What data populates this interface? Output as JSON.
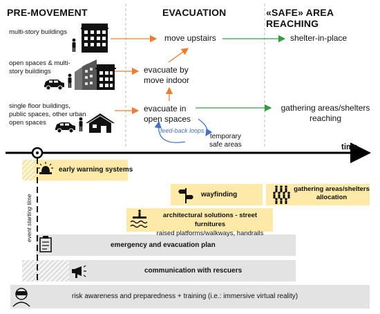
{
  "phases": {
    "pre_movement": "PRE-MOVEMENT",
    "evacuation": "EVACUATION",
    "safe_area": "«SAFE» AREA REACHING"
  },
  "scenarios": {
    "multi_story": "multi-story buildings",
    "open_spaces_multi_1": "open spaces & multi-",
    "open_spaces_multi_2": "story buildings",
    "single_floor_1": "single floor buildings,",
    "single_floor_2": "public spaces, other urban",
    "single_floor_3": "open spaces"
  },
  "nodes": {
    "move_upstairs": "move upstairs",
    "evacuate_indoor_1": "evacuate by",
    "evacuate_indoor_2": "move indoor",
    "evacuate_open_1": "evacuate in",
    "evacuate_open_2": "open spaces",
    "feedback_loops": "feed-back loops",
    "temporary_1": "temporary",
    "temporary_2": "safe areas",
    "shelter": "shelter-in-place",
    "gathering_1": "gathering areas/shelters",
    "gathering_2": "reaching"
  },
  "timeline": {
    "time_label": "time",
    "event_label": "event starting time"
  },
  "measures": {
    "early_warning": "early warning systems",
    "wayfinding": "wayfinding",
    "gathering_alloc_1": "gathering areas/shelters",
    "gathering_alloc_2": "allocation",
    "architectural_1": "architectural solutions - street furnitures",
    "architectural_2": "raised platforms/walkways, handrails",
    "emergency_plan": "emergency and evacuation plan",
    "communication": "communication with rescuers",
    "risk_awareness": "risk awareness and preparedness + training (i.e.: immersive virtual reality)"
  },
  "colors": {
    "orange_arrow": "#ed7d31",
    "green_arrow": "#2ea043",
    "blue_arrow": "#4472c4",
    "yellow_bar": "#fde9a8",
    "gray_bar": "#e3e3e3"
  }
}
